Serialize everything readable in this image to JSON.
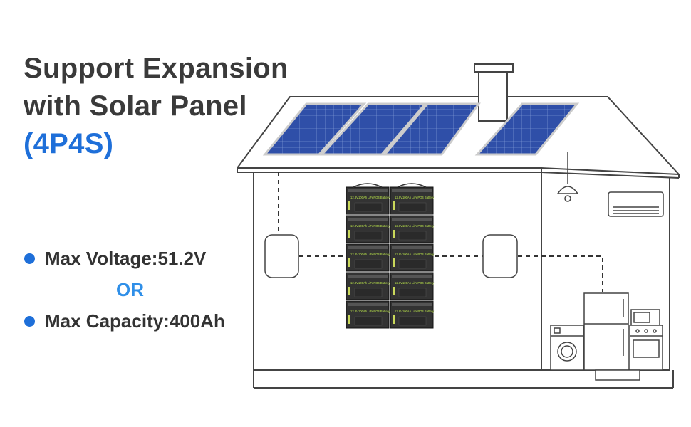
{
  "headline": {
    "line1": "Support Expansion",
    "line2": "with Solar Panel",
    "line3": "(4P4S)"
  },
  "specs": {
    "voltage": "Max Voltage:51.2V",
    "or": "OR",
    "capacity": "Max Capacity:400Ah"
  },
  "battery": {
    "label": "12.8V100Ah LiFePO4 Battery",
    "count": 10
  },
  "colors": {
    "accent": "#1e6fd9",
    "or": "#2f8fe8",
    "panel": "#2f4fa8",
    "battery": "#333333",
    "battery_text": "#b9e34a",
    "outline": "#444444"
  }
}
